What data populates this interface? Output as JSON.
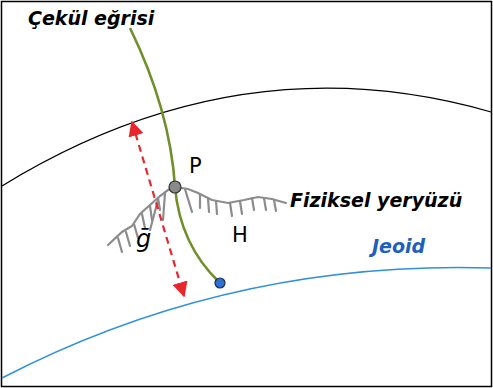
{
  "diagram": {
    "labels": [
      "Çekül eğrisi",
      "P",
      "Fiziksel yeryüzü",
      "H",
      "Jeoid",
      "ḡ"
    ]
  }
}
